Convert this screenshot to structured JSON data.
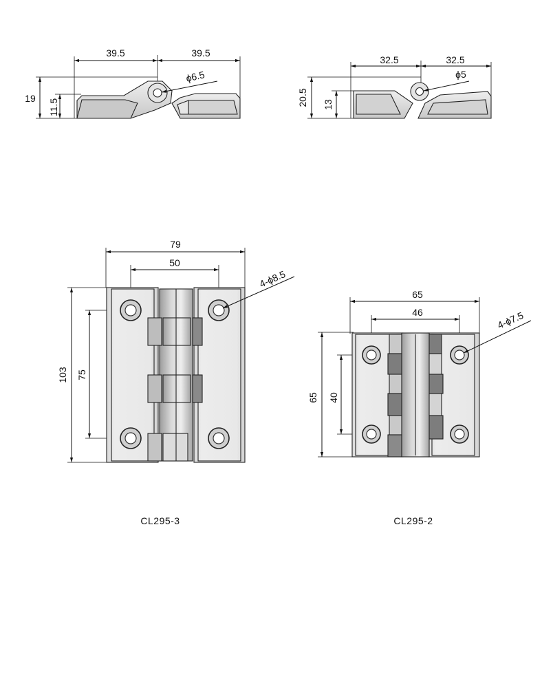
{
  "drawings": {
    "cl295_3": {
      "model": "CL295-3",
      "side_view": {
        "width_left": "39.5",
        "width_right": "39.5",
        "overall_height": "19",
        "leaf_height": "11.5",
        "pin_diameter": "ϕ6.5"
      },
      "front_view": {
        "overall_width": "79",
        "hole_spacing_horizontal": "50",
        "overall_height": "103",
        "hole_spacing_vertical": "75",
        "mounting_holes": "4-ϕ8.5"
      }
    },
    "cl295_2": {
      "model": "CL295-2",
      "side_view": {
        "width_left": "32.5",
        "width_right": "32.5",
        "overall_height": "20.5",
        "leaf_height": "13",
        "pin_diameter": "ϕ5"
      },
      "front_view": {
        "overall_width": "65",
        "hole_spacing_horizontal": "46",
        "overall_height": "65",
        "hole_spacing_vertical": "40",
        "mounting_holes": "4-ϕ7.5"
      }
    }
  },
  "colors": {
    "line": "#111111",
    "metal_light": "#e6e6e6",
    "metal_mid": "#cfcfcf",
    "metal_dark": "#9a9a9a",
    "metal_shadow": "#6e6e6e"
  }
}
